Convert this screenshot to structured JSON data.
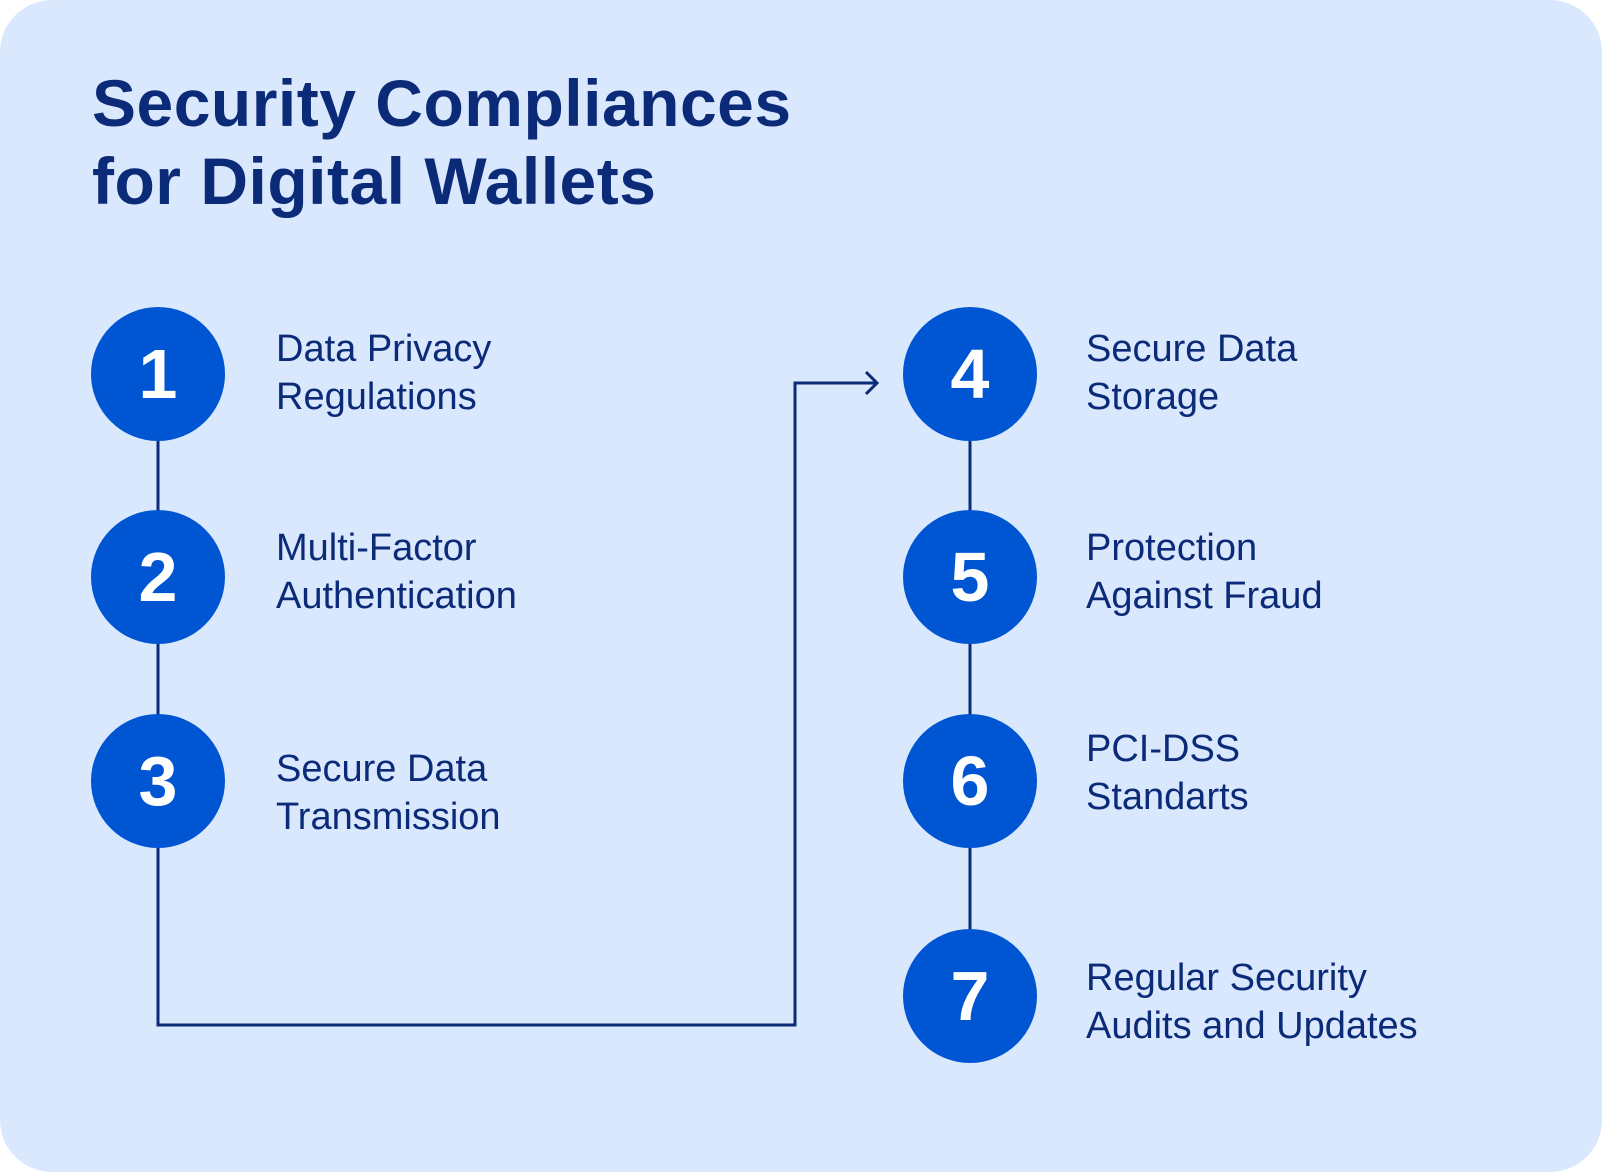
{
  "title": {
    "line1": "Security Compliances",
    "line2": "for Digital Wallets"
  },
  "colors": {
    "background": "#dae8fd",
    "circle": "#0055d2",
    "text": "#0b2a78",
    "connector": "#0b2a78"
  },
  "steps": [
    {
      "number": "1",
      "line1": "Data Privacy",
      "line2": "Regulations"
    },
    {
      "number": "2",
      "line1": "Multi-Factor",
      "line2": "Authentication"
    },
    {
      "number": "3",
      "line1": "Secure Data",
      "line2": "Transmission"
    },
    {
      "number": "4",
      "line1": "Secure Data",
      "line2": "Storage"
    },
    {
      "number": "5",
      "line1": "Protection",
      "line2": "Against Fraud"
    },
    {
      "number": "6",
      "line1": "PCI-DSS",
      "line2": "Standarts"
    },
    {
      "number": "7",
      "line1": "Regular Security",
      "line2": "Audits and Updates"
    }
  ]
}
